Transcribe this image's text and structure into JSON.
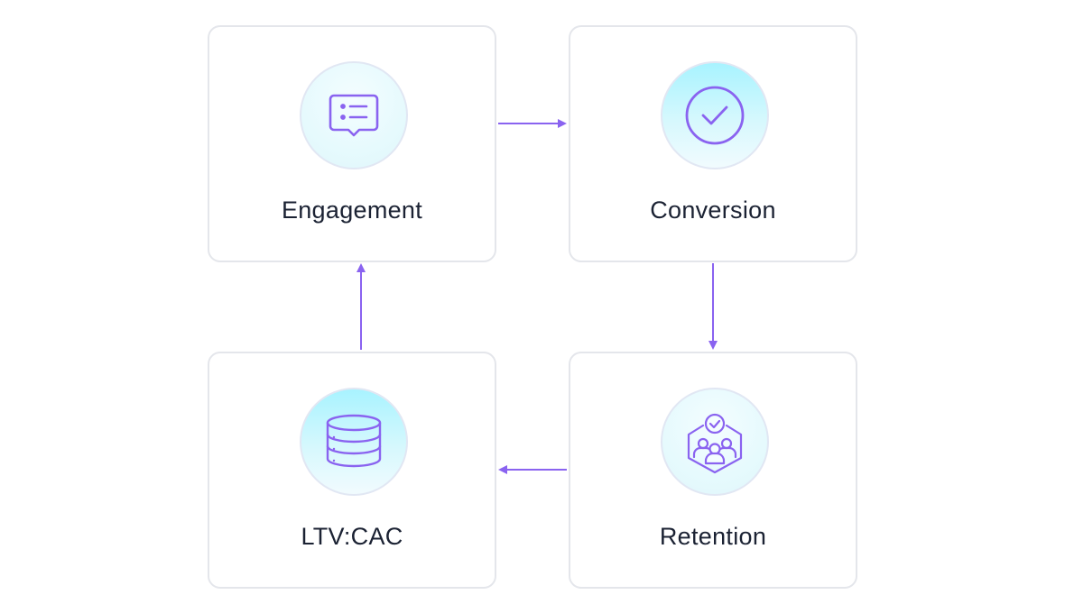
{
  "diagram": {
    "nodes": [
      {
        "id": "engagement",
        "label": "Engagement",
        "icon": "chat-list-icon"
      },
      {
        "id": "conversion",
        "label": "Conversion",
        "icon": "check-circle-icon"
      },
      {
        "id": "retention",
        "label": "Retention",
        "icon": "team-hexagon-icon"
      },
      {
        "id": "ltv",
        "label": "LTV:CAC",
        "icon": "database-icon"
      }
    ],
    "edges": [
      {
        "from": "engagement",
        "to": "conversion"
      },
      {
        "from": "conversion",
        "to": "retention"
      },
      {
        "from": "retention",
        "to": "ltv"
      },
      {
        "from": "ltv",
        "to": "engagement"
      }
    ]
  },
  "colors": {
    "accent": "#8a63f0",
    "card_border": "#e4e6eb",
    "label_text": "#1b2233",
    "icon_bg_top": "#a8f3ff",
    "icon_bg_bottom": "#f1fbfe"
  }
}
